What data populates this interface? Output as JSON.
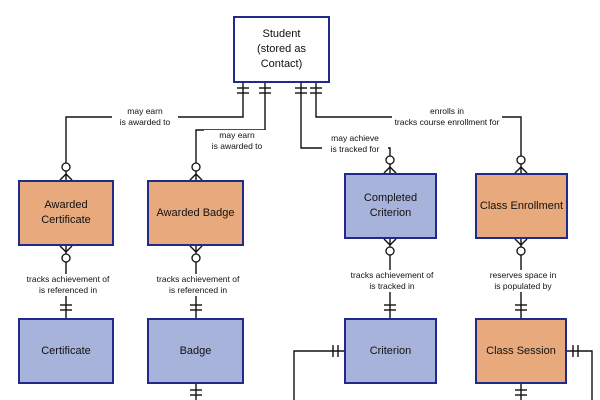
{
  "entities": {
    "student": "Student\n(stored as\nContact)",
    "awarded_certificate": "Awarded\nCertificate",
    "awarded_badge": "Awarded Badge",
    "completed_criterion": "Completed\nCriterion",
    "class_enrollment": "Class Enrollment",
    "certificate": "Certificate",
    "badge": "Badge",
    "criterion": "Criterion",
    "class_session": "Class Session"
  },
  "relationships": {
    "student_cert": "may earn\nis awarded to",
    "student_badge": "may earn\nis awarded to",
    "student_criterion": "may achieve\nis tracked for",
    "student_enroll": "enrolls in\ntracks course enrollment for",
    "cert_link": "tracks achievement of\nis referenced in",
    "badge_link": "tracks achievement of\nis referenced in",
    "criterion_link": "tracks achievement of\nis tracked in",
    "enroll_link": "reserves space in\nis populated by"
  },
  "colors": {
    "border": "#1f2a8a",
    "orange_fill": "#e8a97c",
    "blue_fill": "#a7b3da",
    "line": "#111111"
  }
}
